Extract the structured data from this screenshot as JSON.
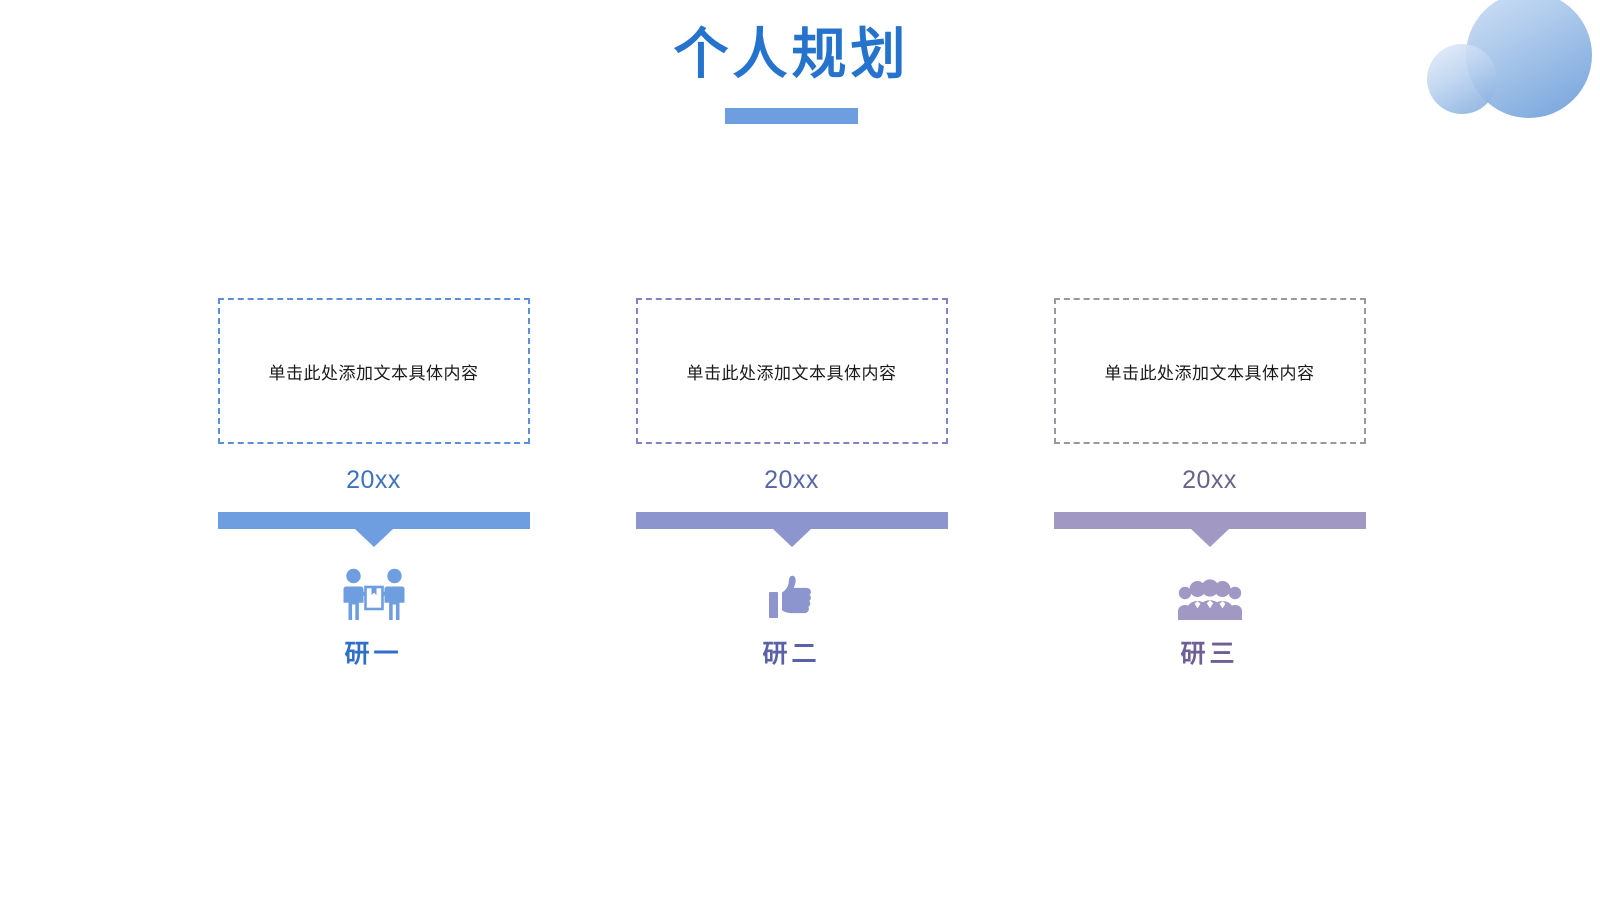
{
  "slide": {
    "title": "个人规划",
    "background_color": "#ffffff",
    "title_color": "#2673CE",
    "title_underline_color": "#6E9EE0"
  },
  "decoration": {
    "large_circle": {
      "name": "large-gradient-circle",
      "color_from": "#CFE0F5",
      "color_to": "#6D9ED9"
    },
    "small_circle": {
      "name": "small-gradient-circle",
      "color_from": "#E6EEFB",
      "color_to": "#7EA9DD"
    }
  },
  "columns": [
    {
      "note_text": "单击此处添加文本具体内容",
      "note_border_color": "#5B8FD9",
      "year": "20xx",
      "year_color": "#3E72BE",
      "bar_color": "#6E9EE0",
      "icon": "two-people-carrying-box-icon",
      "icon_color": "#6E9EE0",
      "label": "研一",
      "label_color": "#2F6FC9"
    },
    {
      "note_text": "单击此处添加文本具体内容",
      "note_border_color": "#8084C4",
      "year": "20xx",
      "year_color": "#5766A8",
      "bar_color": "#8C95CE",
      "icon": "thumbs-up-icon",
      "icon_color": "#8C95CE",
      "label": "研二",
      "label_color": "#5B61A8"
    },
    {
      "note_text": "单击此处添加文本具体内容",
      "note_border_color": "#9B95A8",
      "year": "20xx",
      "year_color": "#6B6389",
      "bar_color": "#A198C4",
      "icon": "group-of-people-icon",
      "icon_color": "#A198C4",
      "label": "研三",
      "label_color": "#6F5F96"
    }
  ]
}
